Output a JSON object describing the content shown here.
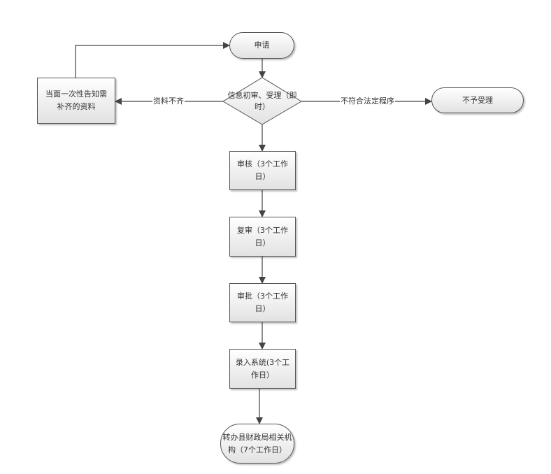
{
  "nodes": {
    "apply": "申请",
    "initial_review": "信息初审、受理（即时）",
    "notify": "当面一次性告知需补齐的资料",
    "reject": "不予受理",
    "audit": "审核（3个工作日）",
    "re_audit": "复审（3个工作日）",
    "approve": "审批（3个工作日）",
    "enter_system": "录入系统(3个工作日）",
    "transfer": "转办县财政局相关机构（7个工作日）"
  },
  "edge_labels": {
    "incomplete": "资料不齐",
    "non_compliant": "不符合法定程序"
  }
}
